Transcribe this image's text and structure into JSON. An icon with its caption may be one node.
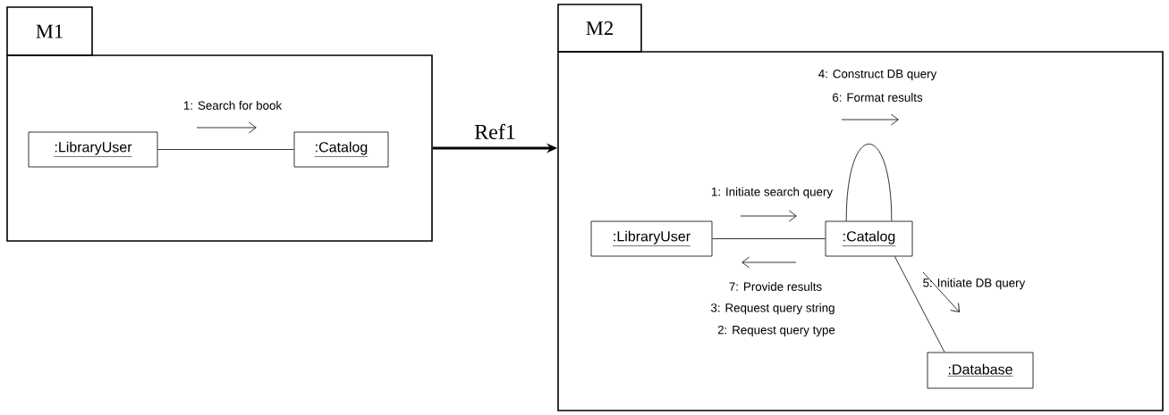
{
  "diagram": {
    "nodes": [
      {
        "text": [
          "M1"
        ]
      },
      {
        "text": [
          ":LibraryUser"
        ],
        "in": 0
      },
      {
        "text": [
          ":Catalog"
        ],
        "in": 0
      },
      {
        "text": [
          "M2"
        ]
      },
      {
        "text": [
          ":LibraryUser"
        ],
        "in": 3
      },
      {
        "text": [
          ":Catalog"
        ],
        "in": 3
      },
      {
        "text": [
          ":Database"
        ],
        "in": 3
      }
    ],
    "edges": [
      {
        "from": 1,
        "to": 2,
        "arrow": "none"
      },
      {
        "from": 0,
        "to": 3,
        "arrow": "to",
        "label": "Ref1",
        "style": "thick"
      },
      {
        "from": 4,
        "to": 5,
        "arrow": "none"
      },
      {
        "from": 5,
        "to": 5,
        "arrow": "none"
      },
      {
        "from": 5,
        "to": 6,
        "arrow": "none"
      }
    ],
    "labels": [
      "1: Search for book",
      "4: Construct DB query",
      "6: Format results",
      "1: Initiate search query",
      "7: Provide results",
      "3: Request query string",
      "2: Request query type",
      "5: Initiate DB query"
    ]
  }
}
